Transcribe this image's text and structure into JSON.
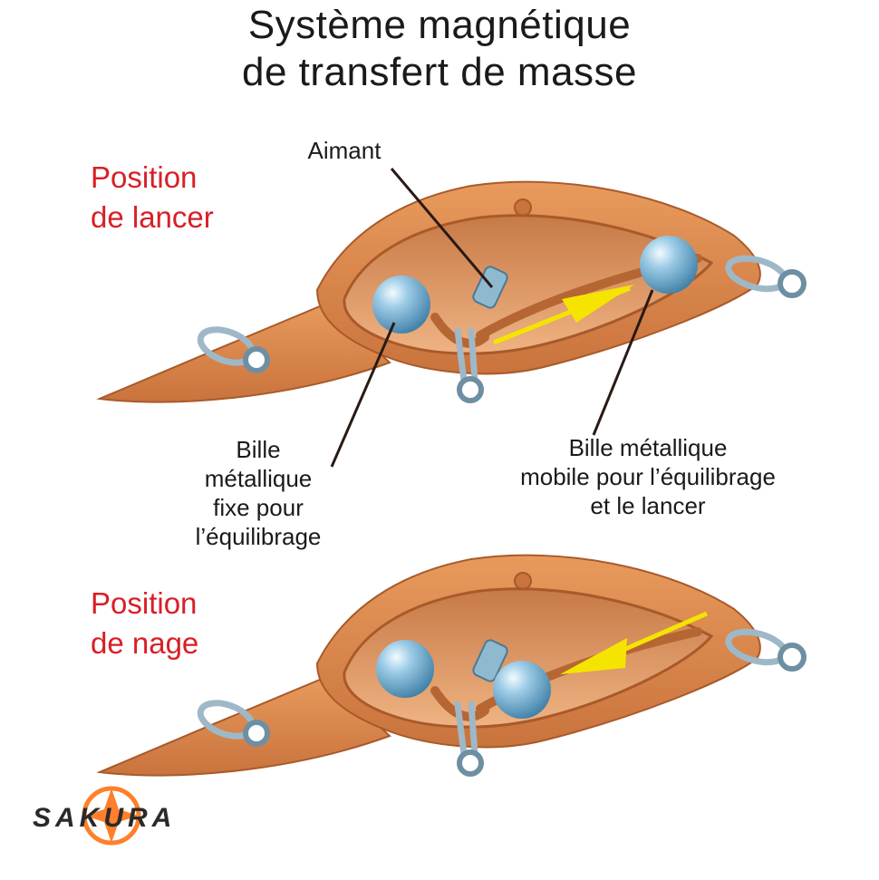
{
  "title": {
    "line1": "Système magnétique",
    "line2": "de transfert de masse"
  },
  "positions": {
    "cast": {
      "line1": "Position",
      "line2": "de lancer"
    },
    "swim": {
      "line1": "Position",
      "line2": "de nage"
    }
  },
  "callouts": {
    "magnet": "Aimant",
    "fixed_ball": [
      "Bille",
      "métallique",
      "fixe pour",
      "l’équilibrage"
    ],
    "mobile_ball": [
      "Bille métallique",
      "mobile pour l’équilibrage",
      "et le lancer"
    ]
  },
  "brand": {
    "name": "SAKURA"
  },
  "colors": {
    "body": "#d8854a",
    "body_dark": "#b35f2c",
    "cavity": "#e8a877",
    "ball": "#7fb6d6",
    "arrow": "#f5e400",
    "label_red": "#d81f26",
    "ring": "#9fb8c8"
  }
}
